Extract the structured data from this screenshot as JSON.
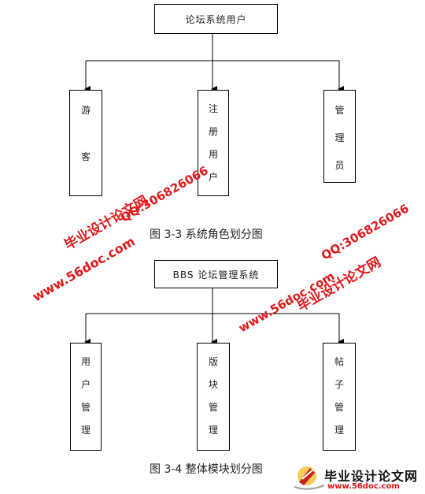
{
  "figure1": {
    "root": "论坛系统用户",
    "children": [
      {
        "chars": [
          "游",
          "客"
        ]
      },
      {
        "chars": [
          "注",
          "册",
          "用",
          "户"
        ]
      },
      {
        "chars": [
          "管",
          "理",
          "员"
        ]
      }
    ],
    "caption": "图 3-3 系统角色划分图"
  },
  "figure2": {
    "root": "BBS 论坛管理系统",
    "children": [
      {
        "chars": [
          "用",
          "户",
          "管",
          "理"
        ]
      },
      {
        "chars": [
          "版",
          "块",
          "管",
          "理"
        ]
      },
      {
        "chars": [
          "帖",
          "子",
          "管",
          "理"
        ]
      }
    ],
    "caption": "图 3-4 整体模块划分图"
  },
  "watermarks": {
    "site_name": "毕业设计论文网",
    "qq": "QQ:306826066",
    "url": "www.56doc.com"
  },
  "footer": {
    "title": "毕业设计论文网",
    "url": "www.56doc.com"
  }
}
